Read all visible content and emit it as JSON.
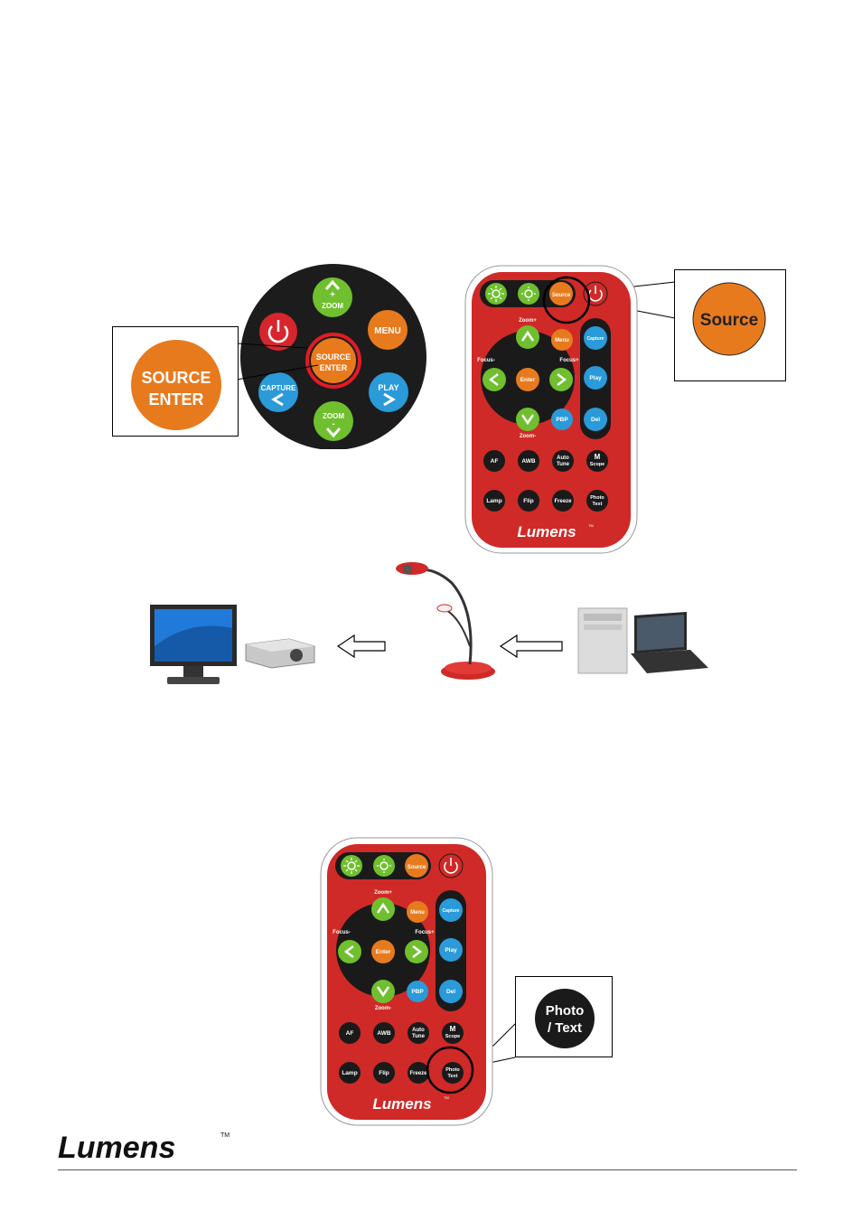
{
  "control_panel": {
    "zoom_plus": "ZOOM",
    "zoom_minus": "ZOOM",
    "menu": "MENU",
    "source_enter_line1": "SOURCE",
    "source_enter_line2": "ENTER",
    "capture": "CAPTURE",
    "play": "PLAY"
  },
  "callout_source_enter": {
    "line1": "SOURCE",
    "line2": "ENTER"
  },
  "callout_source": {
    "label": "Source"
  },
  "callout_photo_text": {
    "line1": "Photo",
    "line2": "/ Text"
  },
  "remote": {
    "source": "Source",
    "menu": "Menu",
    "capture": "Capture",
    "enter": "Enter",
    "play": "Play",
    "pbp": "PBP",
    "del": "Del",
    "zoom_plus": "Zoom+",
    "zoom_minus": "Zoom-",
    "focus_minus": "Focus-",
    "focus_plus": "Focus+",
    "af": "AF",
    "awb": "AWB",
    "auto": "Auto",
    "tune": "Tune",
    "m": "M",
    "scope": "Scope",
    "lamp": "Lamp",
    "flip": "Flip",
    "freeze": "Freeze",
    "photo": "Photo",
    "text": "Text",
    "brand": "Lumens",
    "tm": "TM"
  },
  "footer": {
    "brand": "Lumens",
    "tm": "TM"
  }
}
